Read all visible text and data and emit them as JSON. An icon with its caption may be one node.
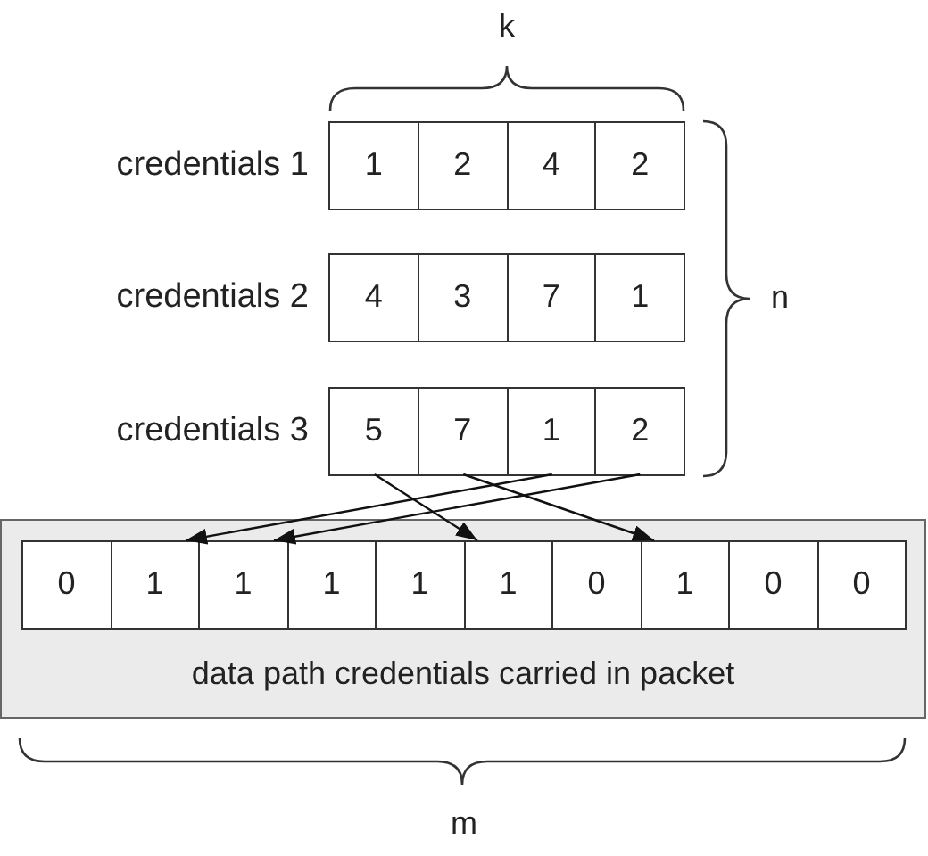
{
  "diagram": {
    "nodes": [
      {
        "text": [
          "credentials 1"
        ]
      },
      {
        "text": [
          "1"
        ],
        "in": 0
      },
      {
        "text": [
          "2"
        ],
        "in": 0
      },
      {
        "text": [
          "4"
        ],
        "in": 0
      },
      {
        "text": [
          "2"
        ],
        "in": 0
      },
      {
        "text": [
          "credentials 2"
        ]
      },
      {
        "text": [
          "4"
        ],
        "in": 5
      },
      {
        "text": [
          "3"
        ],
        "in": 5
      },
      {
        "text": [
          "7"
        ],
        "in": 5
      },
      {
        "text": [
          "1"
        ],
        "in": 5
      },
      {
        "text": [
          "credentials 3"
        ]
      },
      {
        "text": [
          "5"
        ],
        "in": 10
      },
      {
        "text": [
          "7"
        ],
        "in": 10
      },
      {
        "text": [
          "1"
        ],
        "in": 10
      },
      {
        "text": [
          "2"
        ],
        "in": 10
      },
      {
        "text": [
          "data path credentials carried in packet"
        ]
      },
      {
        "text": [
          "0"
        ],
        "in": 15
      },
      {
        "text": [
          "1"
        ],
        "in": 15
      },
      {
        "text": [
          "1"
        ],
        "in": 15
      },
      {
        "text": [
          "1"
        ],
        "in": 15
      },
      {
        "text": [
          "1"
        ],
        "in": 15
      },
      {
        "text": [
          "1"
        ],
        "in": 15
      },
      {
        "text": [
          "0"
        ],
        "in": 15
      },
      {
        "text": [
          "1"
        ],
        "in": 15
      },
      {
        "text": [
          "0"
        ],
        "in": 15
      },
      {
        "text": [
          "0"
        ],
        "in": 15
      }
    ],
    "edges": [
      {
        "from": 11,
        "to": 21,
        "arrow": "to"
      },
      {
        "from": 12,
        "to": 23,
        "arrow": "to"
      },
      {
        "from": 13,
        "to": 17,
        "arrow": "to"
      },
      {
        "from": 14,
        "to": 18,
        "arrow": "to"
      }
    ],
    "labels": [
      "k",
      "n",
      "m"
    ]
  }
}
